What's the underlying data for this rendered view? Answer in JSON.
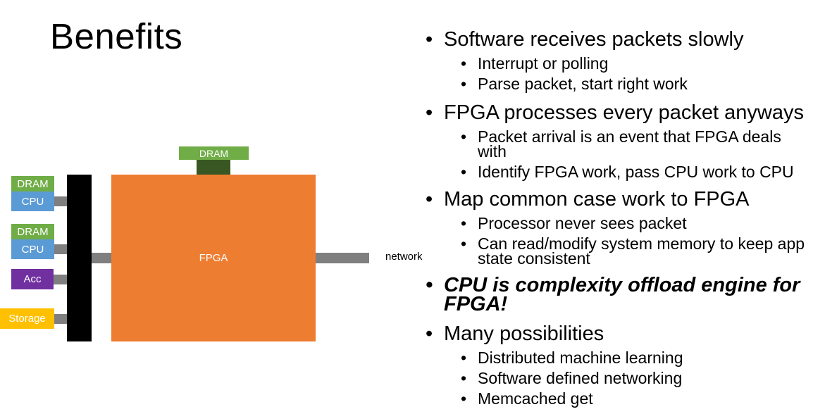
{
  "slide": {
    "title": "Benefits"
  },
  "diagram": {
    "fpga_label": "FPGA",
    "fpga_dram_label": "DRAM",
    "network_label": "network",
    "nodes": [
      {
        "type": "dram",
        "label": "DRAM"
      },
      {
        "type": "cpu",
        "label": "CPU"
      },
      {
        "type": "dram",
        "label": "DRAM"
      },
      {
        "type": "cpu",
        "label": "CPU"
      },
      {
        "type": "acc",
        "label": "Acc"
      },
      {
        "type": "storage",
        "label": "Storage"
      }
    ],
    "colors": {
      "dram": "#70ad47",
      "dram_link": "#385723",
      "cpu": "#5b9bd5",
      "acc": "#7030a0",
      "storage": "#ffc000",
      "fpga": "#ed7d31",
      "bus": "#000000",
      "link": "#7f7f7f"
    }
  },
  "bullets": [
    {
      "text": "Software receives packets slowly",
      "emphasis": false,
      "sub": [
        "Interrupt or polling",
        "Parse packet, start right work"
      ]
    },
    {
      "text": "FPGA processes every packet anyways",
      "emphasis": false,
      "sub": [
        "Packet arrival is an event that FPGA deals with",
        "Identify FPGA work, pass CPU work to CPU"
      ]
    },
    {
      "text": "Map common case work to FPGA",
      "emphasis": false,
      "sub": [
        "Processor never sees packet",
        "Can read/modify system memory to keep app state consistent"
      ]
    },
    {
      "text": "CPU is complexity offload engine for FPGA!",
      "emphasis": true,
      "sub": []
    },
    {
      "text": "Many possibilities",
      "emphasis": false,
      "sub": [
        "Distributed machine learning",
        "Software defined networking",
        "Memcached get"
      ]
    }
  ]
}
